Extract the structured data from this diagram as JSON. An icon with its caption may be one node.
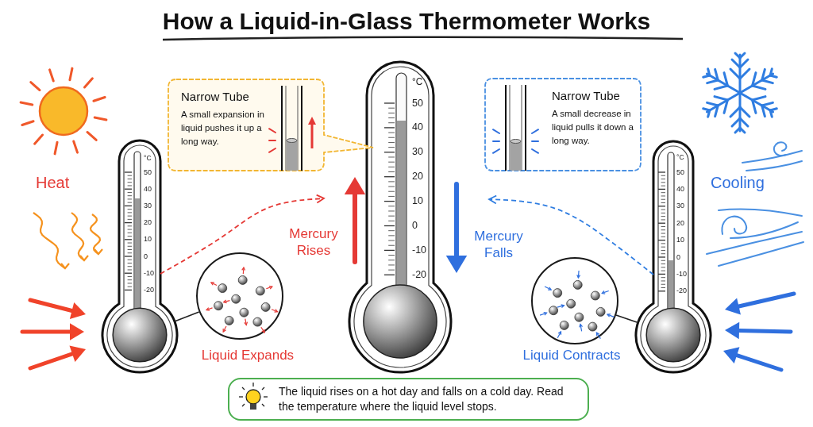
{
  "diagram": {
    "title": "How a Liquid-in-Glass Thermometer Works",
    "nodes": [
      {
        "text": [],
        "shape": "picture"
      },
      {
        "text": [],
        "shape": "picture"
      },
      {
        "text": [],
        "shape": "picture"
      },
      {
        "text": [
          "Narrow Tube",
          "A small expansion in liquid pushes it up a long way."
        ]
      },
      {
        "text": [
          "Narrow Tube",
          "A small decrease in liquid pulls it down a long way."
        ]
      },
      {
        "text": [],
        "shape": "circle",
        "beside": [
          "Liquid Expands"
        ]
      },
      {
        "text": [],
        "shape": "circle",
        "beside": [
          "Liquid Contracts"
        ]
      },
      {
        "text": [
          "The liquid rises on a hot day and falls on a cold day. Read the temperature where the liquid level stops."
        ]
      }
    ],
    "edges": [
      {
        "from": 0,
        "to": null,
        "arrow": "to",
        "style": "dashed",
        "color": "#e53935"
      },
      {
        "from": 2,
        "to": null,
        "arrow": "to",
        "style": "dashed",
        "color": "#2f7de1"
      },
      {
        "from": 5,
        "to": 0,
        "arrow": "none"
      },
      {
        "from": 6,
        "to": 2,
        "arrow": "none"
      }
    ],
    "labels": [
      "Heat",
      "°C",
      "50",
      "40",
      "30",
      "20",
      "10",
      "0",
      "-10",
      "-20",
      "Mercury Rises",
      "°C",
      "50",
      "40",
      "30",
      "20",
      "10",
      "0",
      "-10",
      "-20",
      "Mercury Falls",
      "Cooling",
      "°C",
      "50",
      "40",
      "30",
      "20",
      "10",
      "0",
      "-10",
      "-20"
    ]
  }
}
